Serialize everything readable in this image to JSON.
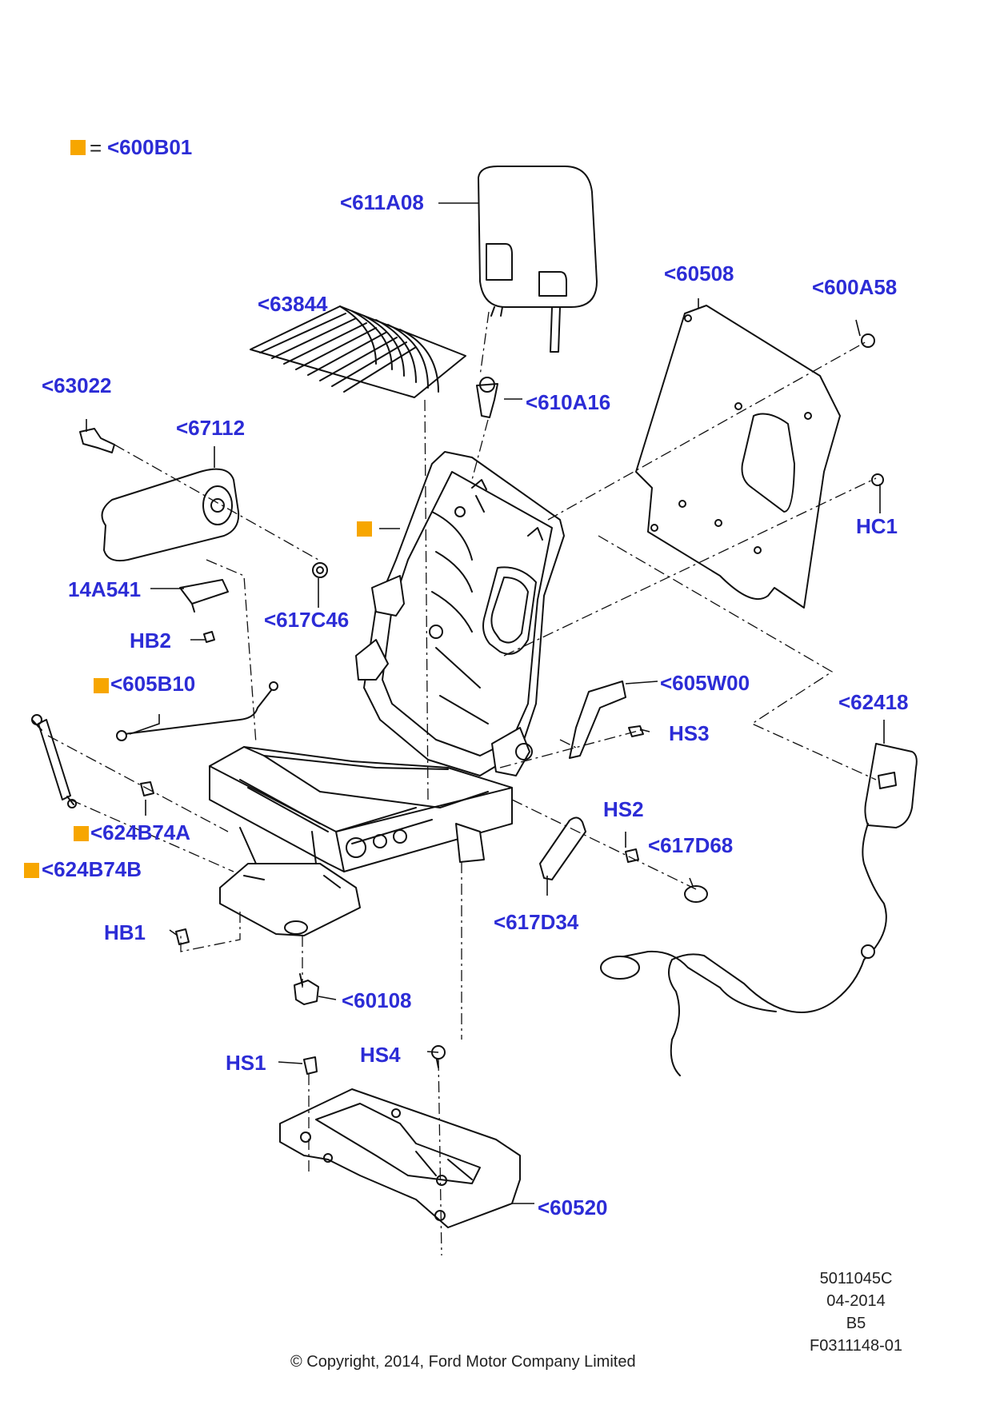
{
  "legend": {
    "symbol": "=",
    "part": "<600B01"
  },
  "callouts": {
    "c611A08": "<611A08",
    "c63844": "<63844",
    "c60508": "<60508",
    "c600A58": "<600A58",
    "c63022": "<63022",
    "c610A16": "<610A16",
    "c67112": "<67112",
    "cHC1": "HC1",
    "c14A541": "14A541",
    "c617C46": "<617C46",
    "cHB2": "HB2",
    "c605B10": "<605B10",
    "c605W00": "<605W00",
    "c62418": "<62418",
    "cHS3": "HS3",
    "c624B74A": "<624B74A",
    "cHS2": "HS2",
    "c617D68": "<617D68",
    "c624B74B": "<624B74B",
    "c617D34": "<617D34",
    "cHB1": "HB1",
    "c60108": "<60108",
    "cHS1": "HS1",
    "cHS4": "HS4",
    "c60520": "<60520"
  },
  "meta": {
    "drawing_number": "5011045C",
    "date": "04-2014",
    "sheet": "B5",
    "figure_id": "F0311148-01"
  },
  "copyright": "© Copyright, 2014, Ford Motor Company Limited",
  "colors": {
    "callout_text": "#2c2cd6",
    "swatch": "#f7a600",
    "line": "#111111"
  }
}
